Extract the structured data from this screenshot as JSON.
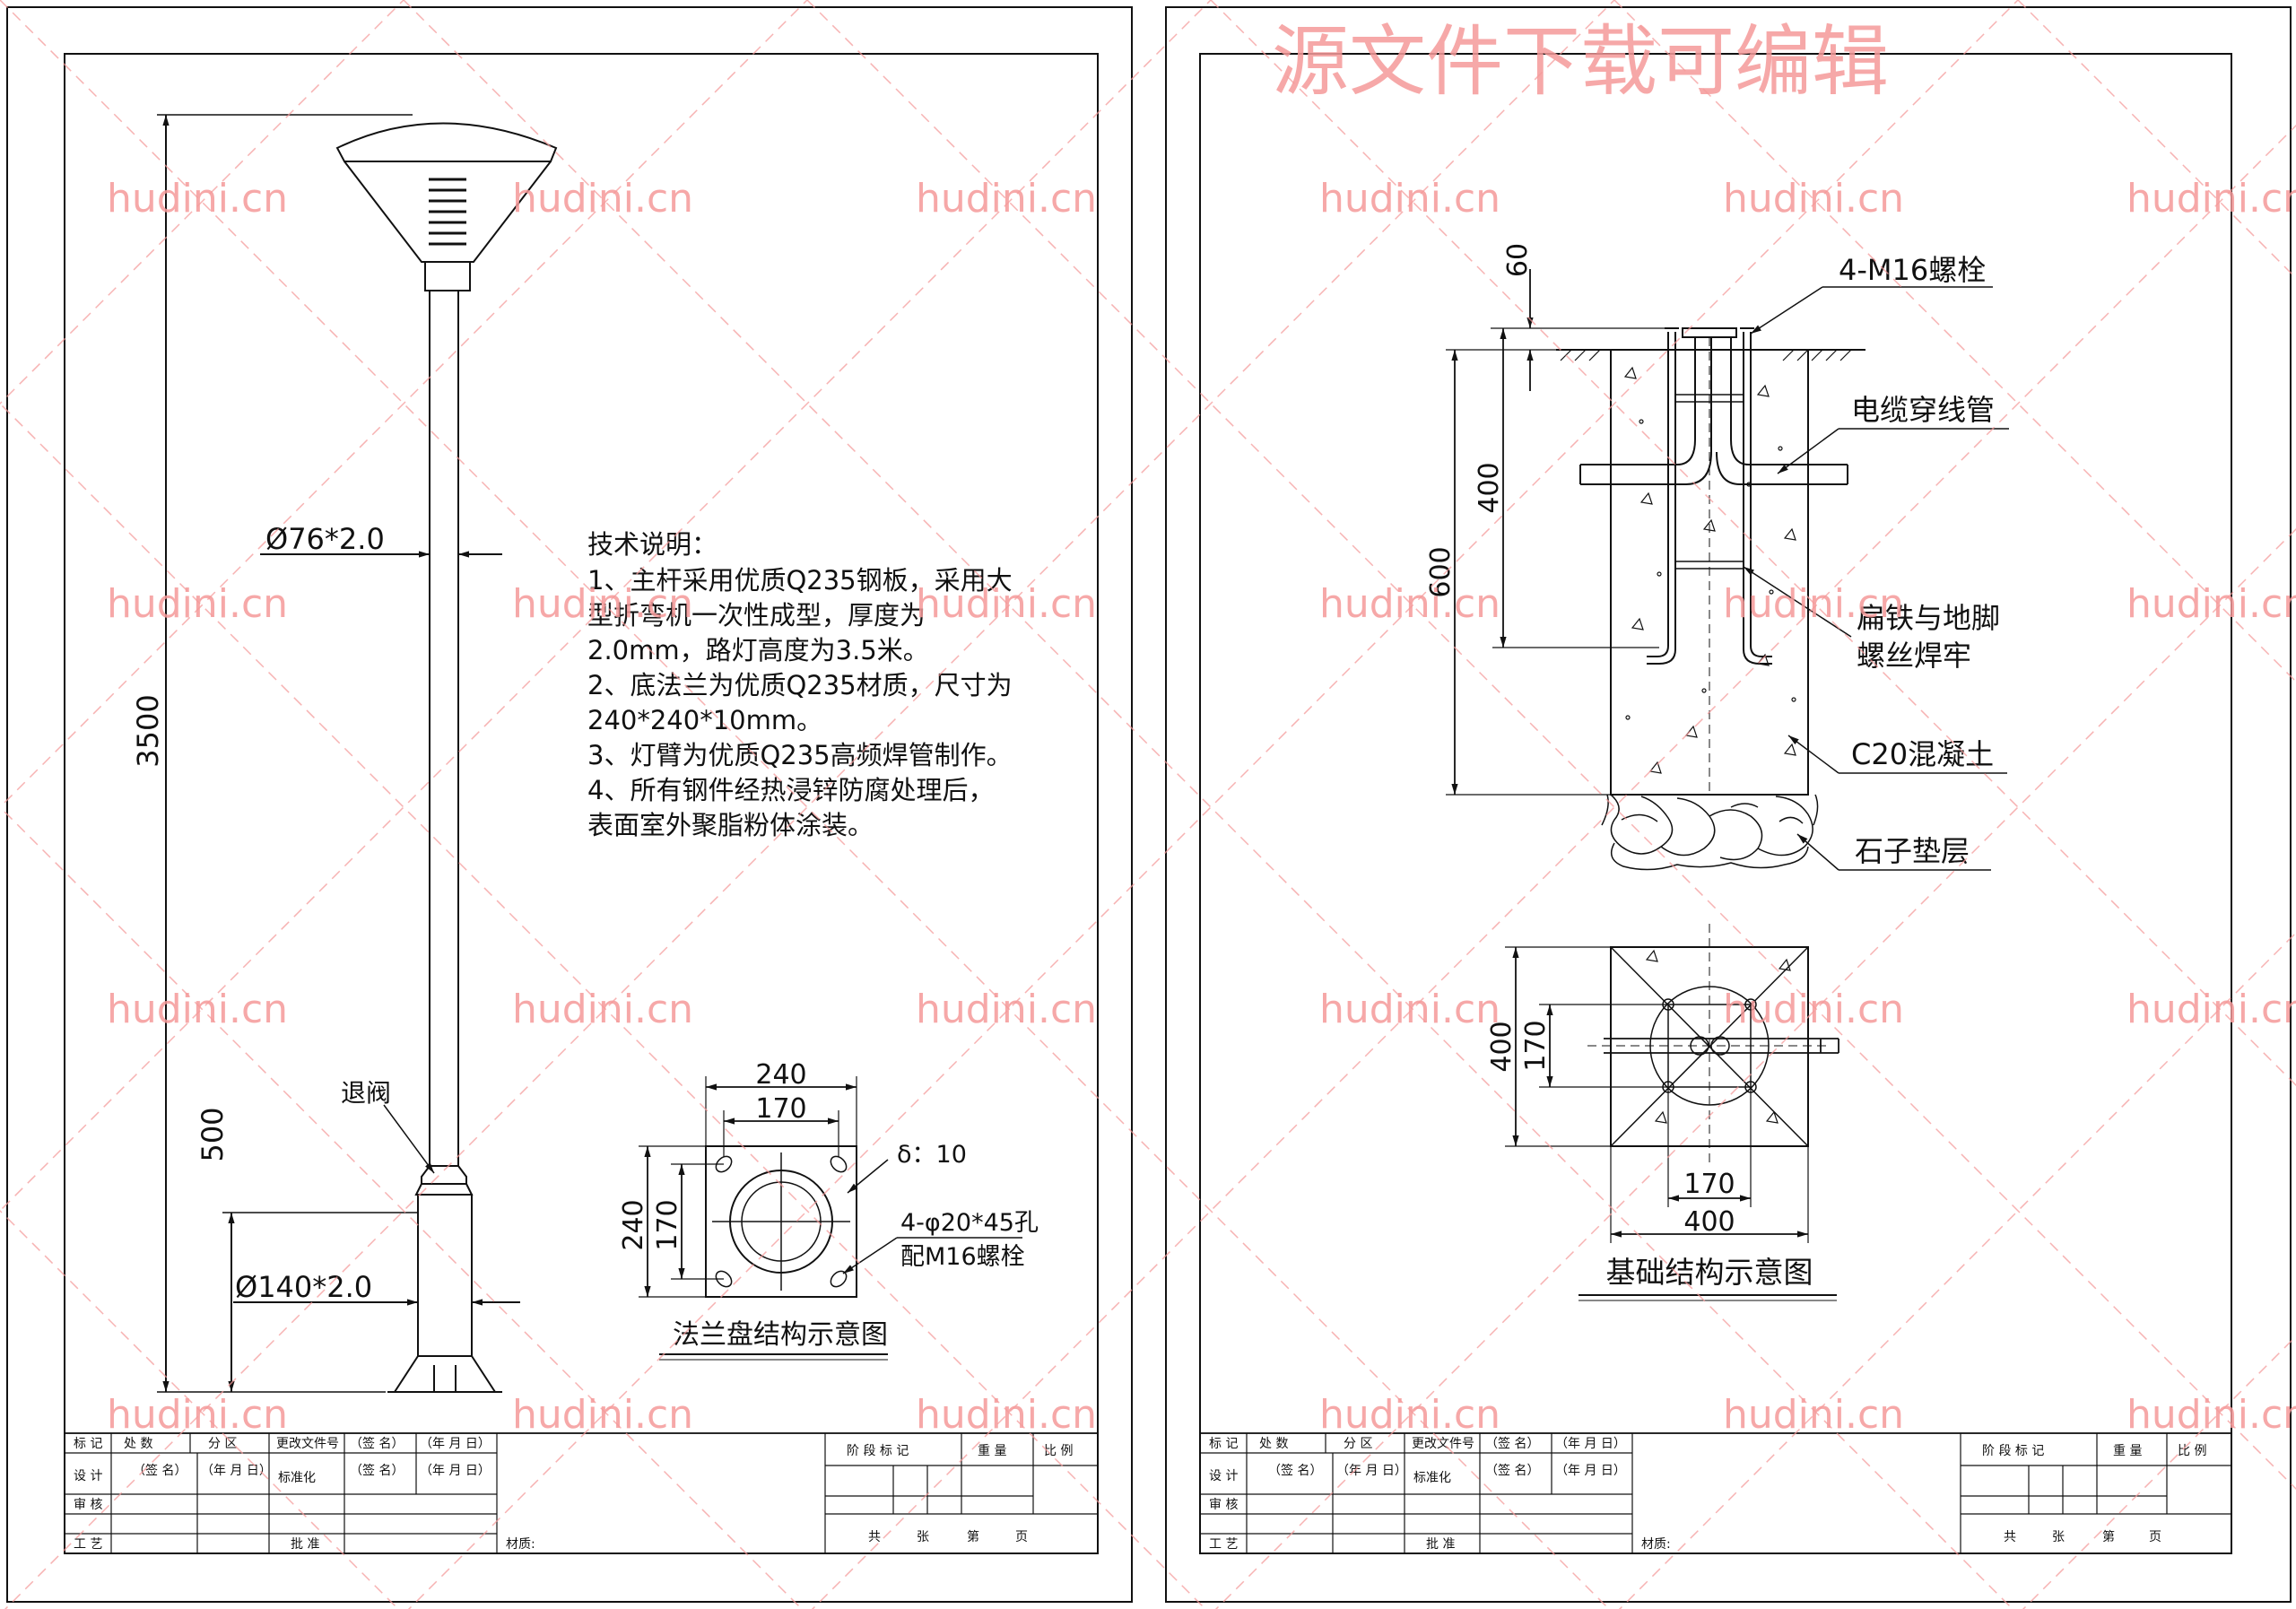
{
  "watermark": {
    "site": "hudini.cn",
    "banner": "源文件下载可编辑",
    "color": "#f59a9a"
  },
  "left_sheet": {
    "dimensions": {
      "total_height": "3500",
      "lower_height": "500",
      "upper_pole": "Ø76*2.0",
      "lower_pole": "Ø140*2.0"
    },
    "label_tuifa": "退阀",
    "tech_notes": {
      "heading": "技术说明：",
      "lines": [
        "1、主杆采用优质Q235钢板，采用大",
        "型折弯机一次性成型，厚度为",
        "2.0mm，路灯高度为3.5米。",
        "2、底法兰为优质Q235材质，尺寸为",
        "240*240*10mm。",
        "3、灯臂为优质Q235高频焊管制作。",
        "4、所有钢件经热浸锌防腐处理后，",
        "表面室外聚脂粉体涂装。"
      ]
    },
    "flange": {
      "dim_outer_top": "240",
      "dim_inner_top": "170",
      "dim_outer_left": "240",
      "dim_inner_left": "170",
      "thickness": "δ：10",
      "holes": "4-φ20*45孔",
      "bolts": "配M16螺栓",
      "caption": "法兰盘结构示意图"
    }
  },
  "right_sheet": {
    "section": {
      "dim_60": "60",
      "dim_400": "400",
      "dim_600": "600",
      "bolts": "4-M16螺栓",
      "cable": "电缆穿线管",
      "weld_line1": "扁铁与地脚",
      "weld_line2": "螺丝焊牢",
      "concrete": "C20混凝土",
      "gravel": "石子垫层"
    },
    "plan": {
      "dim_left_outer": "400",
      "dim_left_inner": "170",
      "dim_bottom_inner": "170",
      "dim_bottom_outer": "400",
      "caption": "基础结构示意图"
    }
  },
  "title_block": {
    "r1": [
      "标 记",
      "处 数",
      "分 区",
      "更改文件号",
      "（签 名）",
      "（年 月 日）"
    ],
    "r2": [
      "设 计",
      "（签 名）",
      "（年 月 日）",
      "标准化",
      "（签 名）",
      "（年 月 日）"
    ],
    "r3": [
      "审 核"
    ],
    "r4": [
      "工 艺",
      "批 准"
    ],
    "material": "材质:",
    "stage": "阶 段 标 记",
    "weight": "重 量",
    "scale": "比 例",
    "total": "共",
    "sheets": "张",
    "page": "第",
    "page_unit": "页"
  }
}
